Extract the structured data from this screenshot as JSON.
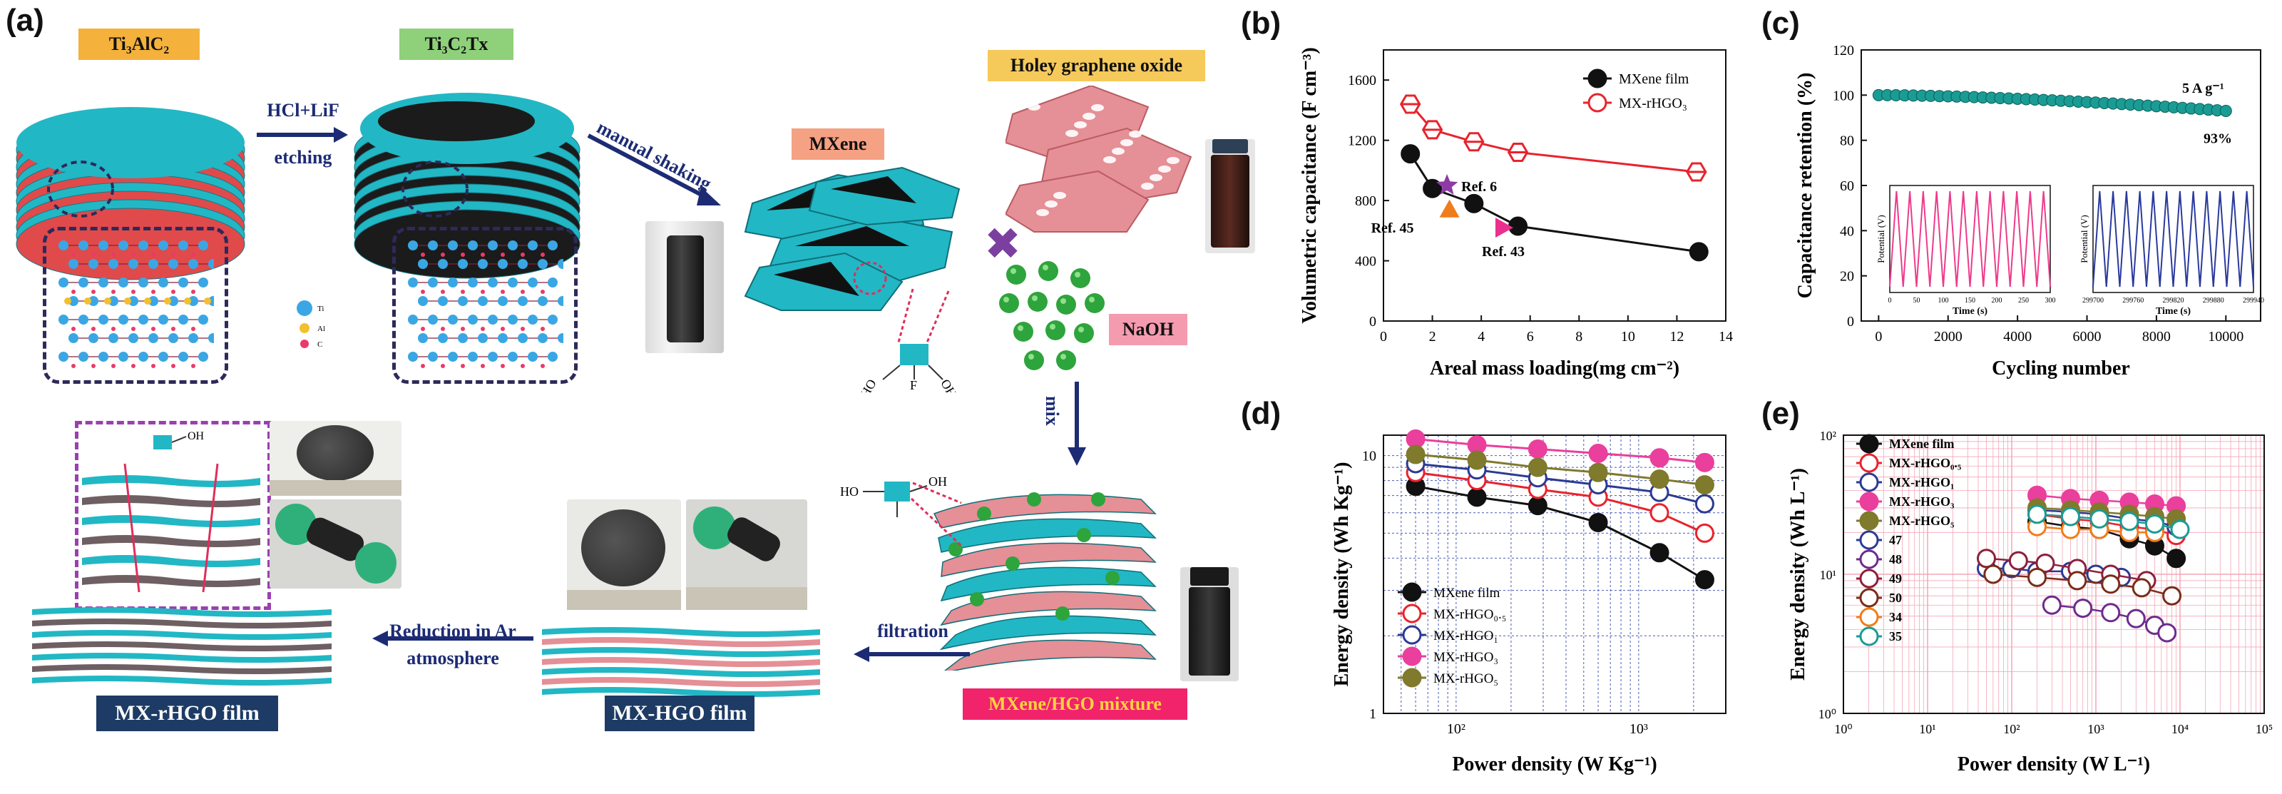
{
  "panels": {
    "a": "(a)",
    "b": "(b)",
    "c": "(c)",
    "d": "(d)",
    "e": "(e)"
  },
  "schematic": {
    "ti3alc2": "Ti₃AlC₂",
    "ti3c2tx": "Ti₃C₂Tx",
    "etch_line1": "HCl+LiF",
    "etch_line2": "etching",
    "manual_shaking": "manual shaking",
    "mxene": "MXene",
    "holey_go": "Holey graphene oxide",
    "naoh": "NaOH",
    "mix": "mix",
    "mixture": "MXene/HGO mixture",
    "filtration": "filtration",
    "mx_hgo_film": "MX-HGO film",
    "reduction_line1": "Reduction in Ar",
    "reduction_line2": "atmosphere",
    "mx_rhgo_film": "MX-rHGO film",
    "atom_legend": [
      "Ti",
      "Al",
      "C"
    ],
    "group_ho": "HO",
    "group_f": "F",
    "group_oh": "OH"
  },
  "colors": {
    "teal": "#22b7c4",
    "pink": "#e58f96",
    "orange_tag": "#f4b13b",
    "green_tag": "#8fd07a",
    "mxene_tag": "#f5a183",
    "hgo_tag": "#f6c95b",
    "naoh_tag": "#f49bb0",
    "mixture_tag": "#f0236b",
    "film_tag": "#1d3b64"
  },
  "chart_data": [
    {
      "panel": "b",
      "type": "line",
      "xlabel": "Areal mass loading(mg cm⁻²)",
      "ylabel": "Volumetric capacitance (F cm⁻³)",
      "xlim": [
        0,
        14
      ],
      "ylim": [
        0,
        1800
      ],
      "xticks": [
        0,
        2,
        4,
        6,
        8,
        10,
        12,
        14
      ],
      "yticks": [
        0,
        400,
        800,
        1200,
        1600
      ],
      "legend_position": "top-right",
      "series": [
        {
          "name": "MXene film",
          "color": "#111111",
          "x": [
            1.1,
            2.0,
            3.7,
            5.5,
            12.9
          ],
          "y": [
            1110,
            880,
            780,
            630,
            460
          ]
        },
        {
          "name": "MX-rHGO₃",
          "color": "#e8232c",
          "x": [
            1.1,
            2.0,
            3.7,
            5.5,
            12.8
          ],
          "y": [
            1440,
            1270,
            1190,
            1120,
            990
          ]
        }
      ],
      "references": [
        {
          "label": "Ref. 6",
          "x": 2.6,
          "y": 900,
          "color": "#8d3aa5",
          "marker": "star"
        },
        {
          "label": "Ref. 45",
          "x": 2.7,
          "y": 740,
          "color": "#f07c1a",
          "marker": "triangle-up"
        },
        {
          "label": "Ref. 43",
          "x": 4.9,
          "y": 620,
          "color": "#ea2f8e",
          "marker": "triangle-right"
        }
      ]
    },
    {
      "panel": "c",
      "type": "scatter",
      "xlabel": "Cycling number",
      "ylabel": "Capacitance retention (%)",
      "xlim": [
        -500,
        11000
      ],
      "ylim": [
        0,
        120
      ],
      "xticks": [
        0,
        2000,
        4000,
        6000,
        8000,
        10000
      ],
      "yticks": [
        0,
        20,
        40,
        60,
        80,
        100,
        120
      ],
      "annotations": [
        "5 A g⁻¹",
        "93%"
      ],
      "series": [
        {
          "color": "#1a9c95",
          "start": 100,
          "end": 93,
          "x_end": 10000
        }
      ],
      "insets": [
        {
          "ylabel": "Potential (V)",
          "xlabel": "Time (s)",
          "xticks": [
            "0",
            "50",
            "100",
            "150",
            "200",
            "250",
            "300"
          ],
          "color": "#ee3b8b"
        },
        {
          "ylabel": "Potential (V)",
          "xlabel": "Time (s)",
          "xticks": [
            "299700",
            "299760",
            "299820",
            "299880",
            "299940"
          ],
          "color": "#2a3a9c"
        }
      ]
    },
    {
      "panel": "d",
      "type": "line",
      "xlabel": "Power density (W Kg⁻¹)",
      "ylabel": "Energy density (Wh Kg⁻¹)",
      "xscale": "log",
      "yscale": "log",
      "xlim": [
        40,
        3000
      ],
      "ylim": [
        1,
        12
      ],
      "xticks": [
        {
          "v": 100,
          "label": "10²"
        },
        {
          "v": 1000,
          "label": "10³"
        }
      ],
      "yticks": [
        {
          "v": 1,
          "label": "1"
        },
        {
          "v": 10,
          "label": "10"
        }
      ],
      "legend_position": "lower-left",
      "series": [
        {
          "name": "MXene film",
          "color": "#111111",
          "y": [
            7.6,
            6.9,
            6.4,
            5.5,
            4.2,
            3.3
          ]
        },
        {
          "name": "MX-rHGO₀.₅",
          "color": "#e8232c",
          "y": [
            8.6,
            8.0,
            7.4,
            6.9,
            6.0,
            5.0
          ]
        },
        {
          "name": "MX-rHGO₁",
          "color": "#2b3a93",
          "y": [
            9.3,
            8.8,
            8.2,
            7.7,
            7.2,
            6.5
          ]
        },
        {
          "name": "MX-rHGO₃",
          "color": "#ea3f9c",
          "y": [
            11.6,
            11.0,
            10.6,
            10.2,
            9.8,
            9.4
          ]
        },
        {
          "name": "MX-rHGO₅",
          "color": "#7f7a2c",
          "y": [
            10.1,
            9.6,
            9.0,
            8.6,
            8.1,
            7.7
          ]
        }
      ],
      "x": [
        60,
        130,
        280,
        600,
        1300,
        2300
      ]
    },
    {
      "panel": "e",
      "type": "scatter",
      "xlabel": "Power density (W L⁻¹)",
      "ylabel": "Energy density (Wh L⁻¹)",
      "xscale": "log",
      "yscale": "log",
      "xlim": [
        1,
        100000
      ],
      "ylim": [
        1,
        100
      ],
      "xticks": [
        {
          "v": 1,
          "label": "10⁰"
        },
        {
          "v": 10,
          "label": "10¹"
        },
        {
          "v": 100,
          "label": "10²"
        },
        {
          "v": 1000,
          "label": "10³"
        },
        {
          "v": 10000,
          "label": "10⁴"
        },
        {
          "v": 100000,
          "label": "10⁵"
        }
      ],
      "yticks": [
        {
          "v": 1,
          "label": "10⁰"
        },
        {
          "v": 10,
          "label": "10¹"
        },
        {
          "v": 100,
          "label": "10²"
        }
      ],
      "legend_position": "upper-left",
      "series": [
        {
          "name": "MXene film",
          "color": "#111111",
          "x": [
            200,
            500,
            1100,
            2500,
            5000,
            9000
          ],
          "y": [
            24,
            22,
            21,
            18,
            16,
            13
          ]
        },
        {
          "name": "MX-rHGO₀.₅",
          "color": "#e8232c",
          "x": [
            200,
            500,
            1100,
            2500,
            5000,
            9000
          ],
          "y": [
            27,
            25,
            24,
            22,
            21,
            19
          ]
        },
        {
          "name": "MX-rHGO₁",
          "color": "#2b3a93",
          "x": [
            200,
            500,
            1100,
            2500,
            5000,
            9000
          ],
          "y": [
            29,
            28,
            27,
            25,
            24,
            22
          ]
        },
        {
          "name": "MX-rHGO₃",
          "color": "#ea3f9c",
          "x": [
            200,
            500,
            1100,
            2500,
            5000,
            9000
          ],
          "y": [
            37,
            35,
            34,
            33,
            32,
            31
          ]
        },
        {
          "name": "MX-rHGO₅",
          "color": "#7f7a2c",
          "x": [
            200,
            500,
            1100,
            2500,
            5000,
            9000
          ],
          "y": [
            30,
            29,
            28,
            27,
            26,
            25
          ]
        },
        {
          "name": "47",
          "color": "#2b3a93",
          "x": [
            50,
            100,
            200,
            500,
            1000,
            2000
          ],
          "y": [
            11,
            11,
            10.5,
            10.5,
            10,
            9.5
          ]
        },
        {
          "name": "48",
          "color": "#6e2c8e",
          "x": [
            300,
            700,
            1500,
            3000,
            5000,
            7000
          ],
          "y": [
            6,
            5.7,
            5.3,
            4.8,
            4.3,
            3.8
          ]
        },
        {
          "name": "49",
          "color": "#8e1f3b",
          "x": [
            50,
            120,
            250,
            600,
            1500,
            4000
          ],
          "y": [
            13,
            12.5,
            12,
            11,
            10,
            9
          ]
        },
        {
          "name": "50",
          "color": "#7a2c1a",
          "x": [
            60,
            200,
            600,
            1500,
            3500,
            8000
          ],
          "y": [
            10,
            9.5,
            9,
            8.5,
            8,
            7
          ]
        },
        {
          "name": "34",
          "color": "#f07c1a",
          "x": [
            200,
            500,
            1100,
            2500,
            5000
          ],
          "y": [
            22,
            21,
            21,
            20,
            20
          ]
        },
        {
          "name": "35",
          "color": "#1a9c95",
          "x": [
            200,
            500,
            1100,
            2500,
            5000,
            10000
          ],
          "y": [
            27,
            26,
            25,
            24,
            23,
            21
          ]
        }
      ]
    }
  ]
}
